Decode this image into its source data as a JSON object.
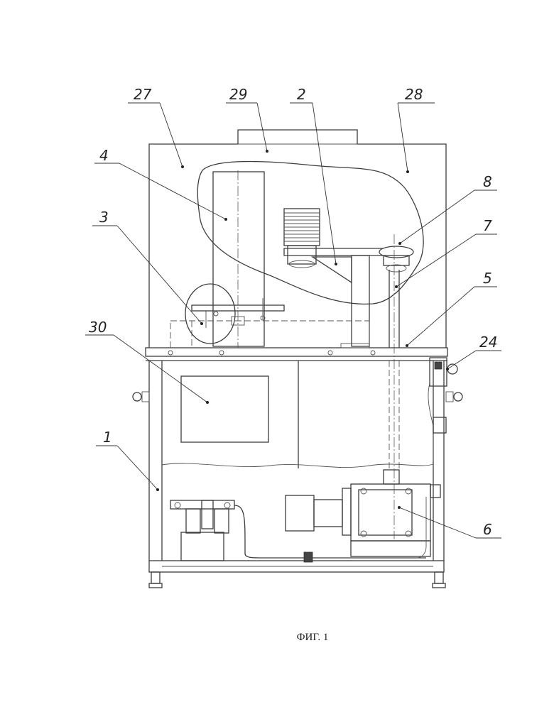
{
  "caption": "ФИГ. 1",
  "callouts": [
    {
      "id": "27",
      "label": "27"
    },
    {
      "id": "29",
      "label": "29"
    },
    {
      "id": "2",
      "label": "2"
    },
    {
      "id": "28",
      "label": "28"
    },
    {
      "id": "4",
      "label": "4"
    },
    {
      "id": "8",
      "label": "8"
    },
    {
      "id": "3",
      "label": "3"
    },
    {
      "id": "7",
      "label": "7"
    },
    {
      "id": "5",
      "label": "5"
    },
    {
      "id": "30",
      "label": "30"
    },
    {
      "id": "24",
      "label": "24"
    },
    {
      "id": "1",
      "label": "1"
    },
    {
      "id": "6",
      "label": "6"
    }
  ]
}
